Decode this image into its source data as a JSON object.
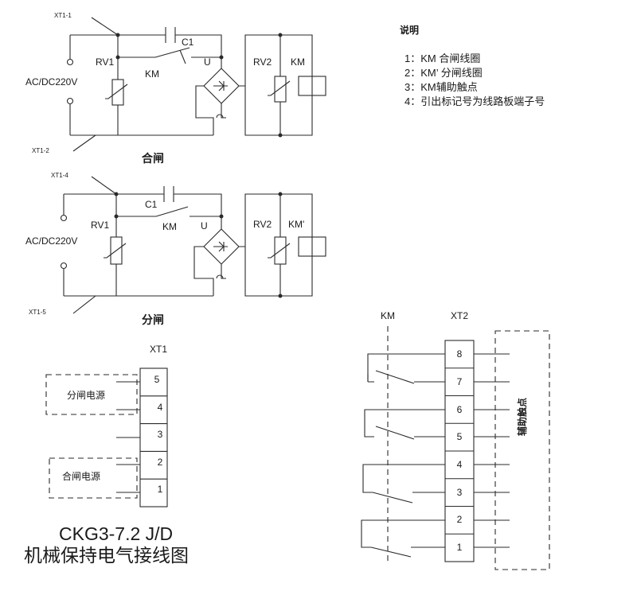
{
  "notes": {
    "heading": "说明",
    "items": [
      "1：KM 合闸线圈",
      "2：KM’ 分闸线圈",
      "3：KM辅助触点",
      "4：引出标记号为线路板端子号"
    ]
  },
  "close_circuit": {
    "caption": "合闸",
    "terminal_top": "XT1-1",
    "terminal_bottom": "XT1-2",
    "supply": "AC/DC220V",
    "capacitor": "C1",
    "varistor_left": "RV1",
    "contact": "KM",
    "rectifier": "U",
    "varistor_right": "RV2",
    "coil": "KM"
  },
  "open_circuit": {
    "caption": "分闸",
    "terminal_top": "XT1-4",
    "terminal_bottom": "XT1-5",
    "supply": "AC/DC220V",
    "capacitor": "C1",
    "varistor_left": "RV1",
    "contact": "KM",
    "rectifier": "U",
    "varistor_right": "RV2",
    "coil": "KM'"
  },
  "xt1": {
    "label": "XT1",
    "terminals": [
      "5",
      "4",
      "3",
      "2",
      "1"
    ],
    "open_power": "分闸电源",
    "close_power": "合闸电源"
  },
  "xt2": {
    "km_label": "KM",
    "label": "XT2",
    "terminals": [
      "8",
      "7",
      "6",
      "5",
      "4",
      "3",
      "2",
      "1"
    ],
    "aux_label": "辅助触点"
  },
  "title": {
    "model": "CKG3-7.2 J/D",
    "name": "机械保持电气接线图"
  }
}
